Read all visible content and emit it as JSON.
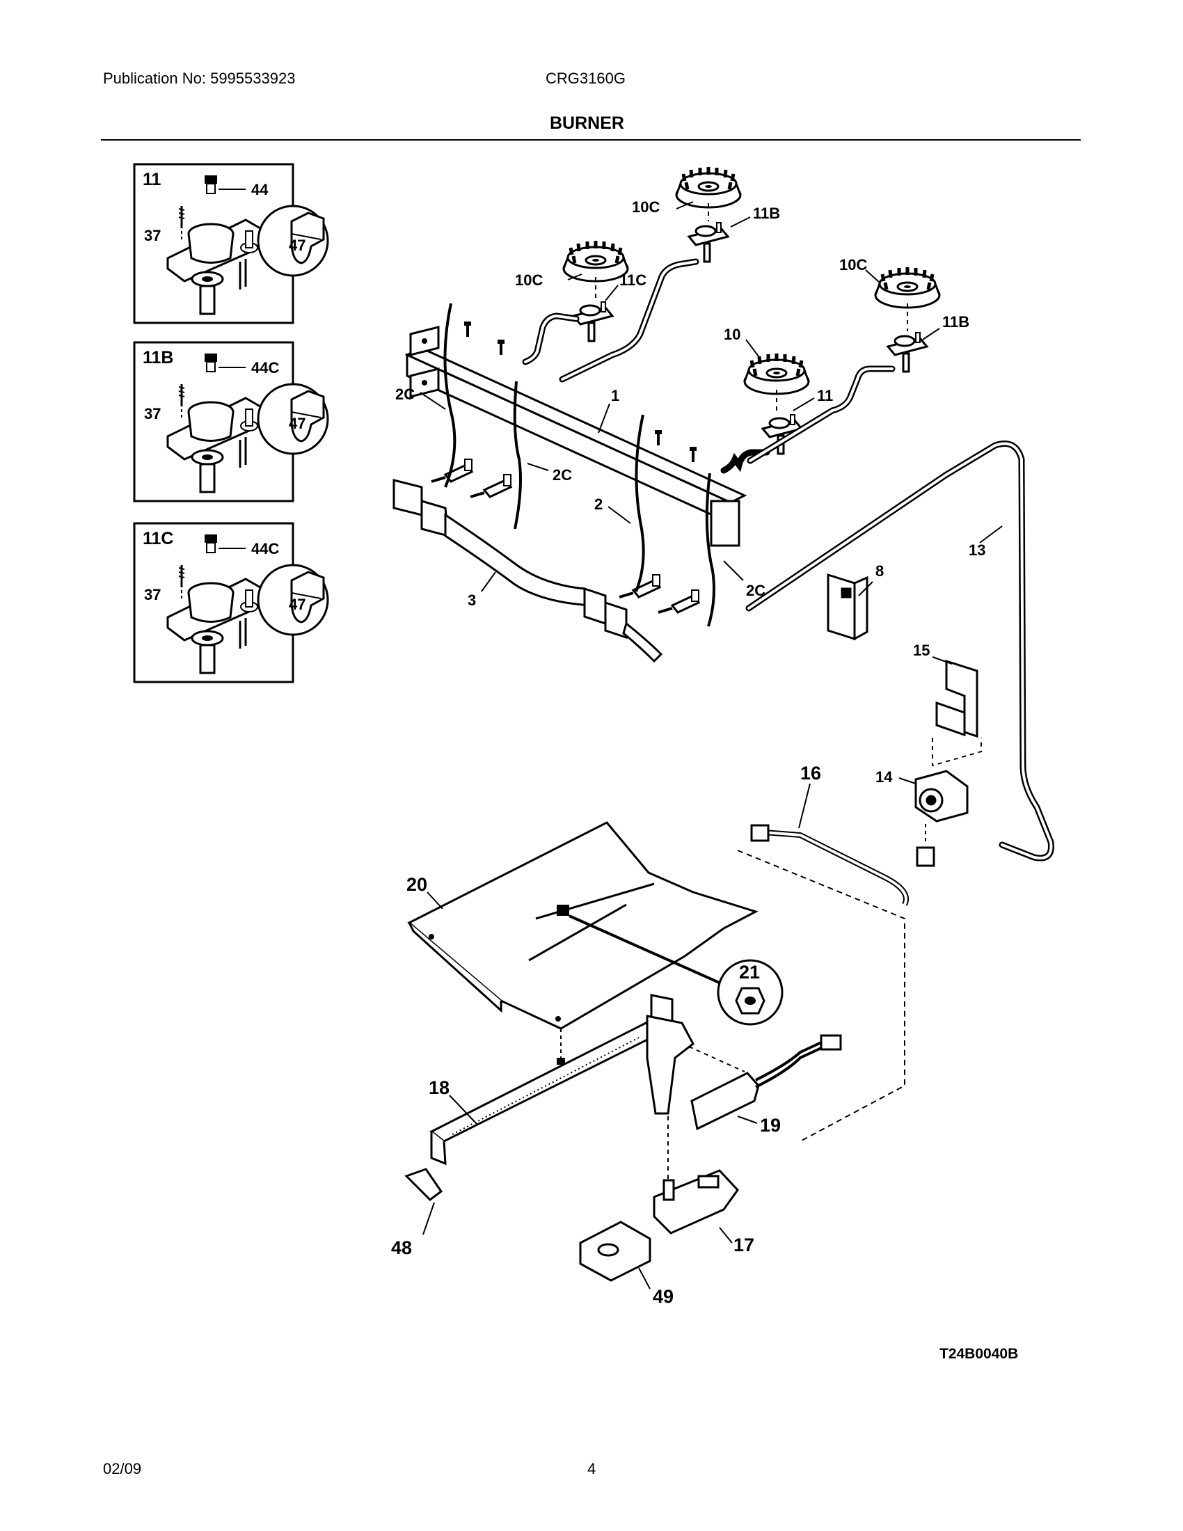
{
  "header": {
    "publication": "Publication No: 5995533923",
    "model": "CRG3160G",
    "title": "BURNER"
  },
  "insets": [
    {
      "label": "11",
      "parts": [
        "44",
        "37",
        "47"
      ]
    },
    {
      "label": "11B",
      "parts": [
        "44C",
        "37",
        "47"
      ]
    },
    {
      "label": "11C",
      "parts": [
        "44C",
        "37",
        "47"
      ]
    }
  ],
  "callouts": {
    "burner_cap_left": "10C",
    "burner_cap_top": "10C",
    "burner_cap_right": "10C",
    "burner_cap_center": "10",
    "burner_head_11B_top": "11B",
    "burner_head_11C": "11C",
    "burner_head_11B_right": "11B",
    "burner_head_11": "11",
    "manifold": "1",
    "harness_2c_left": "2C",
    "harness_2c_mid": "2C",
    "harness_2c_right": "2C",
    "harness_2": "2",
    "bracket_3": "3",
    "tube_13": "13",
    "switch_8": "8",
    "bracket_15": "15",
    "tube_16": "16",
    "regulator_14": "14",
    "shield_20": "20",
    "nut_21": "21",
    "burner_18": "18",
    "igniter_19": "19",
    "valve_17": "17",
    "clip_48": "48",
    "bracket_49": "49"
  },
  "diagram_code": "T24B0040B",
  "footer": {
    "date": "02/09",
    "page": "4"
  }
}
